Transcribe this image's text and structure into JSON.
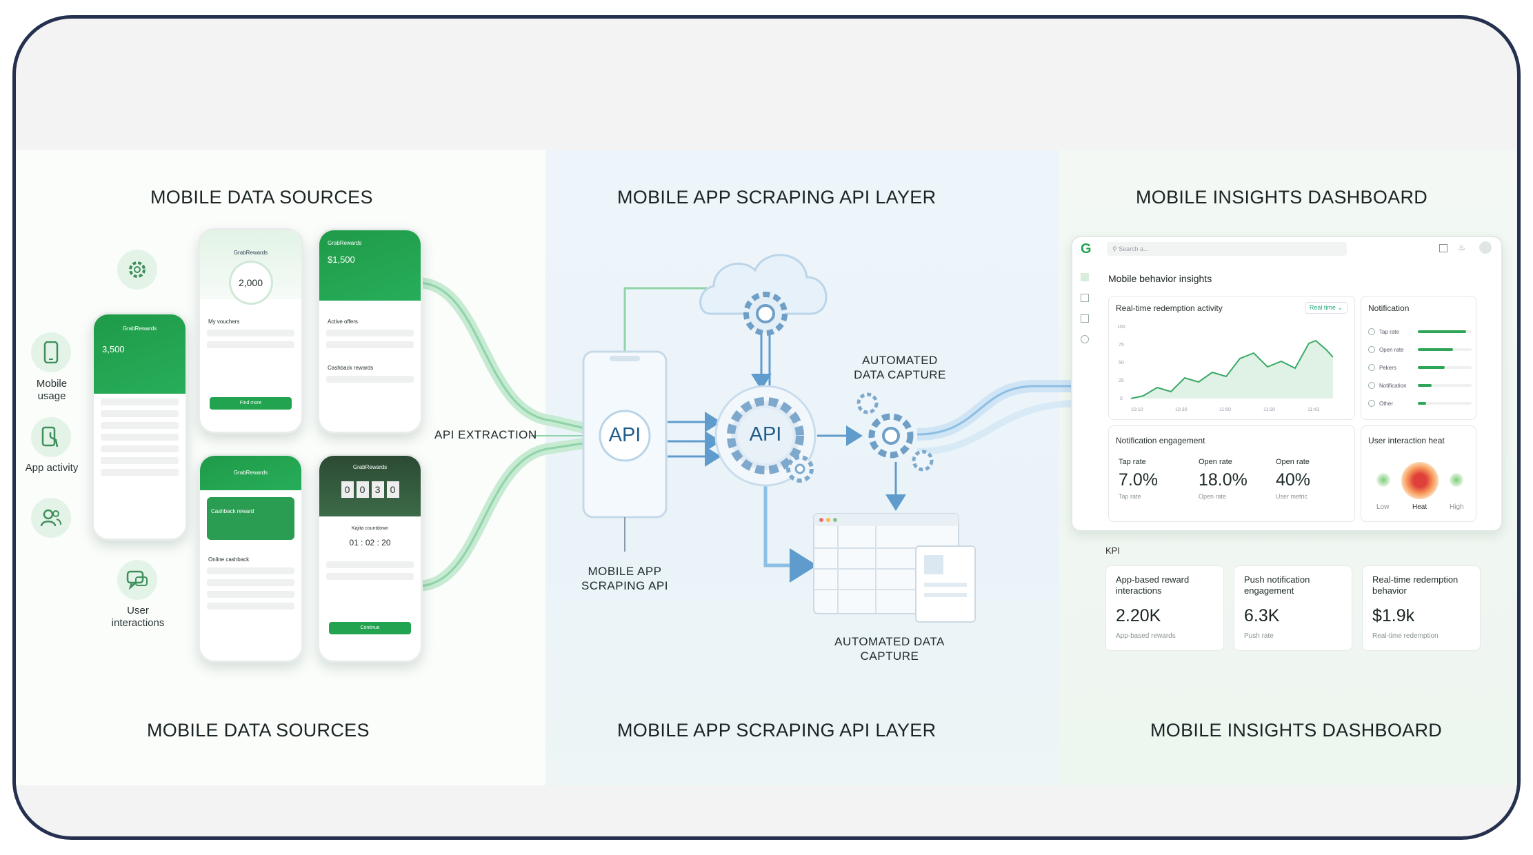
{
  "headings": {
    "sources_top": "MOBILE DATA SOURCES",
    "api_top": "MOBILE APP SCRAPING API LAYER",
    "dashboard_top": "MOBILE INSIGHTS DASHBOARD",
    "sources_bottom": "MOBILE DATA SOURCES",
    "api_bottom": "MOBILE APP SCRAPING API LAYER",
    "dashboard_bottom": "MOBILE INSIGHTS DASHBOARD"
  },
  "sources": {
    "icons": [
      {
        "icon": "gear-icon",
        "label": ""
      },
      {
        "icon": "phone-icon",
        "label_lines": [
          "Mobile",
          "usage"
        ]
      },
      {
        "icon": "touch-icon",
        "label_lines": [
          "App activity"
        ]
      },
      {
        "icon": "users-icon",
        "label": ""
      },
      {
        "icon": "chat-icon",
        "label_lines": [
          "User",
          "interactions"
        ]
      }
    ],
    "phones": [
      {
        "app": "GrabRewards",
        "value": "3,500"
      },
      {
        "app": "GrabRewards",
        "value": "2,000",
        "section": "My vouchers",
        "button": "Find more"
      },
      {
        "app": "GrabRewards",
        "value": "$1,500",
        "section": "Active offers",
        "section2": "Cashback rewards"
      },
      {
        "app": "GrabRewards",
        "section": "Cashback reward",
        "section2": "Online cashback"
      },
      {
        "app": "GrabRewards",
        "countdown": [
          "0",
          "0",
          "3",
          "0"
        ],
        "timer": "01 : 02 : 20",
        "title": "Kajita countdown",
        "button": "Continue"
      }
    ]
  },
  "api": {
    "extraction_label": "API EXTRACTION",
    "phone_badge": "API",
    "phone_caption_lines": [
      "MOBILE APP",
      "SCRAPING API"
    ],
    "hub_badge": "API",
    "capture_top_lines": [
      "AUTOMATED",
      "DATA CAPTURE"
    ],
    "capture_bottom_lines": [
      "AUTOMATED DATA",
      "CAPTURE"
    ]
  },
  "dashboard": {
    "logo": "G",
    "search_placeholder": "Search a...",
    "title": "Mobile behavior insights",
    "activity": {
      "title": "Real-time redemption activity",
      "filter": "Real time",
      "y_ticks": [
        "100",
        "75",
        "50",
        "25",
        "0"
      ],
      "x_ticks": [
        "10:10",
        "10:30",
        "11:00",
        "11:30",
        "11:43"
      ]
    },
    "notification": {
      "title": "Notification",
      "items": [
        {
          "label": "Tap rate",
          "level": 0.9
        },
        {
          "label": "Open rate",
          "level": 0.65
        },
        {
          "label": "Pekers",
          "level": 0.5
        },
        {
          "label": "Notification",
          "level": 0.25
        },
        {
          "label": "Other",
          "level": 0.15
        }
      ]
    },
    "engagement": {
      "title": "Notification engagement",
      "metrics": [
        {
          "label": "Tap rate",
          "value": "7.0%",
          "sub": "Tap rate"
        },
        {
          "label": "Open rate",
          "value": "18.0%",
          "sub": "Open rate"
        },
        {
          "label": "Open rate",
          "value": "40%",
          "sub": "User metric"
        }
      ]
    },
    "heat": {
      "title": "User interaction heat",
      "labels": [
        "Low",
        "Heat",
        "High"
      ]
    },
    "kpi_label": "KPI",
    "kpis": [
      {
        "title_lines": [
          "App-based reward",
          "interactions"
        ],
        "value": "2.20K",
        "sub": "App-based rewards"
      },
      {
        "title_lines": [
          "Push notification",
          "engagement"
        ],
        "value": "6.3K",
        "sub": "Push rate"
      },
      {
        "title_lines": [
          "Real-time redemption",
          "behavior"
        ],
        "value": "$1.9k",
        "sub": "Real-time redemption"
      }
    ]
  },
  "colors": {
    "frame": "#25304f",
    "green": "#21a350",
    "blue_flow": "#9fc8e6",
    "green_flow": "#b7e3c5",
    "api_blue": "#1f5c8a"
  }
}
